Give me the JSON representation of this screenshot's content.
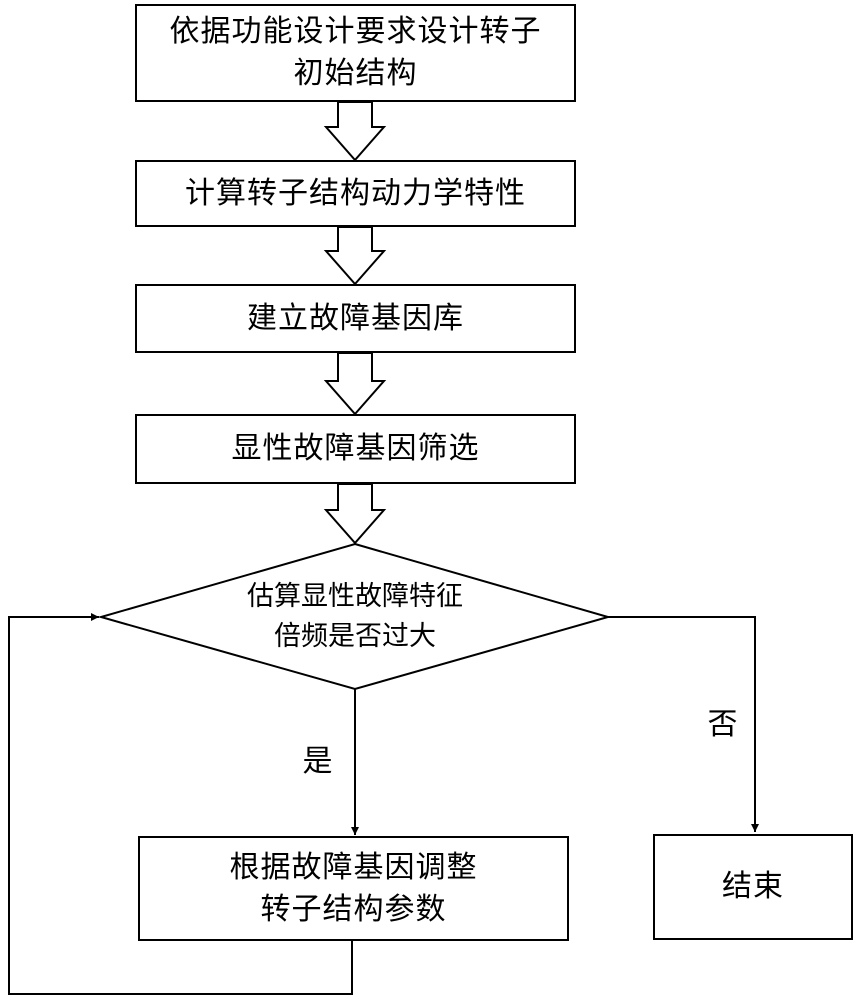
{
  "steps": [
    {
      "lines": [
        "依据功能设计要求设计转子",
        "初始结构"
      ]
    },
    {
      "lines": [
        "计算转子结构动力学特性"
      ]
    },
    {
      "lines": [
        "建立故障基因库"
      ]
    },
    {
      "lines": [
        "显性故障基因筛选"
      ]
    }
  ],
  "decision": {
    "lines": [
      "估算显性故障特征",
      "倍频是否过大"
    ]
  },
  "yes_label": "是",
  "no_label": "否",
  "adjust": {
    "lines": [
      "根据故障基因调整",
      "转子结构参数"
    ]
  },
  "end": {
    "label": "结束"
  }
}
